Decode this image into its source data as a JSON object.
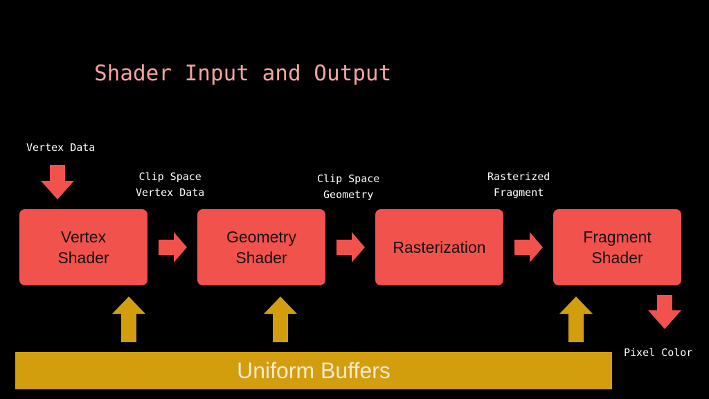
{
  "title": "Shader Input and Output",
  "labels": {
    "vertex_data": "Vertex Data",
    "clip_space_vertex": [
      "Clip Space",
      "Vertex Data"
    ],
    "clip_space_geometry": [
      "Clip Space",
      "Geometry"
    ],
    "rasterized_fragment": [
      "Rasterized",
      "Fragment"
    ],
    "pixel_color": "Pixel Color"
  },
  "stages": {
    "vertex": [
      "Vertex",
      "Shader"
    ],
    "geometry": [
      "Geometry",
      "Shader"
    ],
    "rasterization": "Rasterization",
    "fragment": [
      "Fragment",
      "Shader"
    ]
  },
  "uniform_buffers": "Uniform Buffers",
  "colors": {
    "background": "#000000",
    "title": "#f4a3a0",
    "stage_fill": "#f2524c",
    "uniform_fill": "#d39e0d",
    "arrow_red": "#f2524c",
    "arrow_gold": "#d39e0d"
  }
}
